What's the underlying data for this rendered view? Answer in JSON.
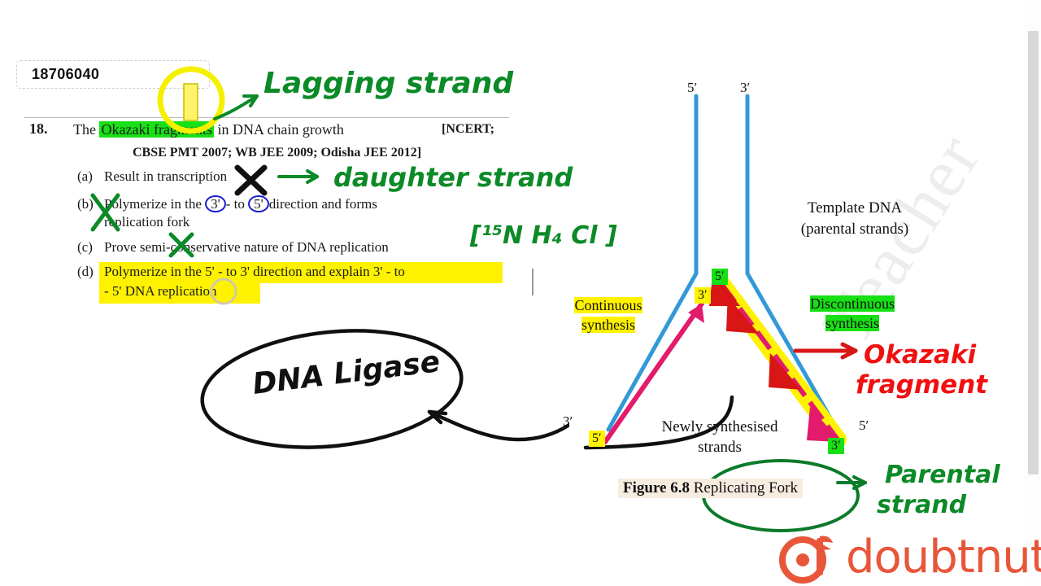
{
  "page": {
    "question_id": "18706040",
    "background": "#ffffff"
  },
  "question": {
    "number": "18.",
    "stem_pre": "The ",
    "stem_highlight": "Okazaki fragments",
    "stem_post": " in DNA chain growth",
    "source_line_1": "[NCERT;",
    "source_line_2": "CBSE PMT 2007; WB JEE 2009; Odisha JEE 2012]",
    "options": [
      {
        "label": "(a)",
        "text": "Result in transcription"
      },
      {
        "label": "(b)",
        "text_1": "Polymerize   in   the",
        "prime_1": "3'",
        "mid": "-   to",
        "prime_2": "5'",
        "text_2": "direction   and   forms",
        "text_3": "replication fork"
      },
      {
        "label": "(c)",
        "text": "Prove semi-conservative nature of DNA replication"
      },
      {
        "label": "(d)",
        "text_1": "Polymerize in the 5' - to 3' direction and explain 3' - to",
        "text_2": "- 5' DNA replication"
      }
    ]
  },
  "annotations": {
    "lagging_strand": "Lagging  strand",
    "daughter_strand": "daughter  strand",
    "ammonium_chloride": "[¹⁵N H₄ Cl ]",
    "dna_ligase": "DNA Ligase",
    "okazaki_fragment_line1": "Okazaki",
    "okazaki_fragment_line2": "fragment",
    "parental_strand_line1": "Parental",
    "parental_strand_line2": "strand"
  },
  "figure": {
    "caption_bold": "Figure 6.8",
    "caption_text": " Replicating Fork",
    "template_dna_line1": "Template DNA",
    "template_dna_line2": "(parental strands)",
    "continuous_synthesis_line1": "Continuous",
    "continuous_synthesis_line2": "synthesis",
    "discontinuous_synthesis_line1": "Discontinuous",
    "discontinuous_synthesis_line2": "synthesis",
    "newly_synthesised_line1": "Newly synthesised",
    "newly_synthesised_line2": "strands",
    "end_labels": {
      "top_left": "5′",
      "top_right": "3′",
      "bottom_left": "3′",
      "bottom_right": "5′",
      "leading_start": "5′",
      "leading_end": "3′",
      "lagging_start": "5′",
      "lagging_end": "3′"
    }
  },
  "watermark": {
    "text": "Teacher"
  },
  "logo": {
    "text": "doubtnut",
    "color": "#e8563a"
  },
  "colors": {
    "template_strand": "#3399d6",
    "new_strand": "#e31b6d",
    "okazaki_arrow": "#d81616",
    "highlight_yellow": "#fff200",
    "highlight_green": "#18e016",
    "ink_green": "#0b8a27",
    "ink_red": "#f01010",
    "ink_black": "#101010"
  }
}
